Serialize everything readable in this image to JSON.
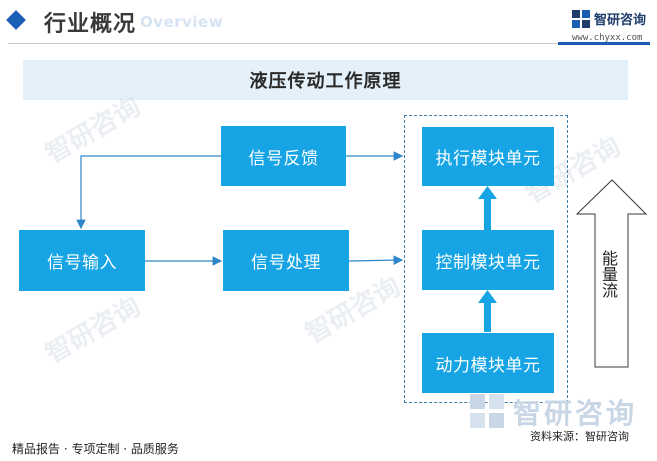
{
  "header": {
    "title": "行业概况",
    "subtitle": "Overview",
    "brand_name": "智研咨询",
    "brand_url": "www.chyxx.com"
  },
  "banner": {
    "title": "液压传动工作原理"
  },
  "diagram": {
    "nodes": {
      "feedback": "信号反馈",
      "input": "信号输入",
      "processing": "信号处理",
      "execute": "执行模块单元",
      "control": "控制模块单元",
      "power": "动力模块单元"
    },
    "energy_label": "能量流"
  },
  "watermark": {
    "text": "智研咨询"
  },
  "footer": {
    "left": "精品报告 · 专项定制 · 品质服务",
    "source": "资料来源：智研咨询"
  },
  "colors": {
    "box": "#16a4e4",
    "accent": "#1a5fb4",
    "banner_bg": "#e4f1fa"
  }
}
